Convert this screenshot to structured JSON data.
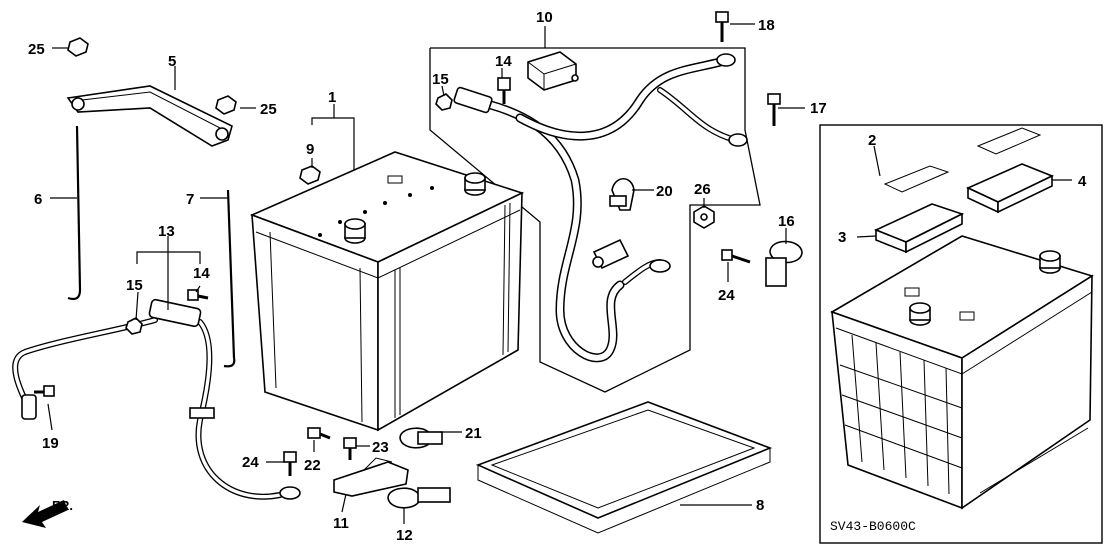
{
  "diagram_code": "SV43-B0600C",
  "direction_label": "FR.",
  "callouts": {
    "c1": "1",
    "c2": "2",
    "c3": "3",
    "c4": "4",
    "c5": "5",
    "c6": "6",
    "c7": "7",
    "c8": "8",
    "c9": "9",
    "c10": "10",
    "c11": "11",
    "c12": "12",
    "c13": "13",
    "c14a": "14",
    "c14b": "14",
    "c15a": "15",
    "c15b": "15",
    "c16": "16",
    "c17": "17",
    "c18": "18",
    "c19": "19",
    "c20": "20",
    "c21": "21",
    "c22": "22",
    "c23": "23",
    "c24a": "24",
    "c24b": "24",
    "c25a": "25",
    "c25b": "25",
    "c26": "26"
  }
}
